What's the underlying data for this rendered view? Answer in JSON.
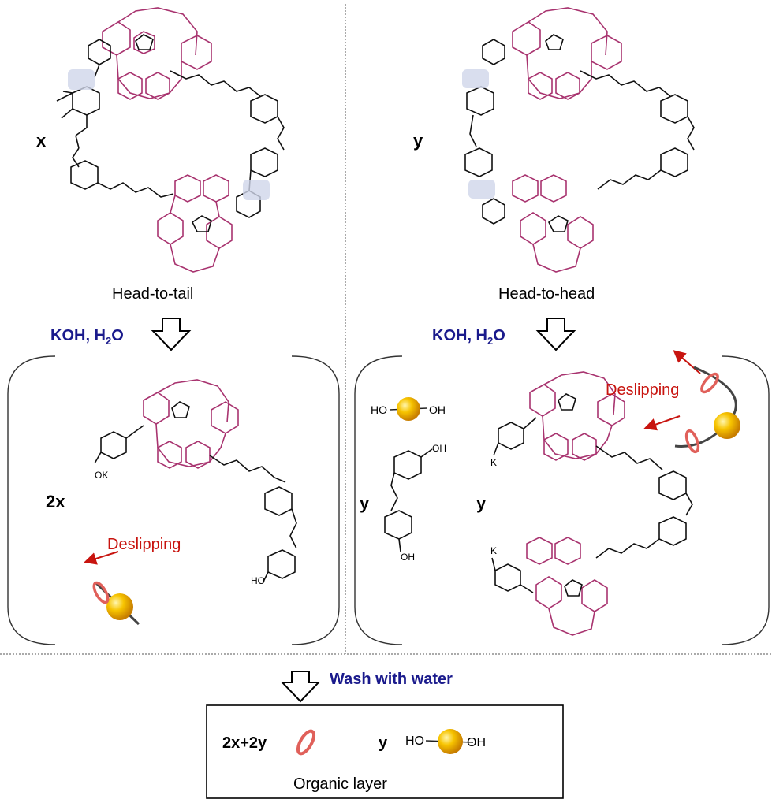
{
  "top_left": {
    "compound_label": "x",
    "caption": "Head-to-tail"
  },
  "top_right": {
    "compound_label": "y",
    "caption": "Head-to-head"
  },
  "reagents": {
    "left": {
      "main": "KOH, H",
      "sub": "2",
      "tail": "O"
    },
    "right": {
      "main": "KOH, H",
      "sub": "2",
      "tail": "O"
    }
  },
  "bottom_left": {
    "coefficient": "2x",
    "deslipping": "Deslipping",
    "acid_label": "OK",
    "hydroxy_label": "HO"
  },
  "bottom_right": {
    "diol_coefficient": "y",
    "bisaxle_coefficient": "y",
    "deslipping": "Deslipping",
    "diol_ho": "HO",
    "diol_oh": "OH",
    "oh_top": "OH",
    "oh_bottom": "OH",
    "k_top": "K",
    "k_bottom": "K"
  },
  "wash": {
    "label": "Wash with water"
  },
  "organic_layer": {
    "ring_coefficient": "2x+2y",
    "diol_coefficient": "y",
    "diol_ho": "HO",
    "diol_oh": "OH",
    "caption": "Organic layer"
  },
  "colors": {
    "macrocycle": "#a8336f",
    "reagent_blue": "#1a1a8c",
    "deslipping_red": "#c8140f",
    "highlight": "#cfd6ea",
    "ball": "#f2b400",
    "ring": "#e0605a"
  }
}
